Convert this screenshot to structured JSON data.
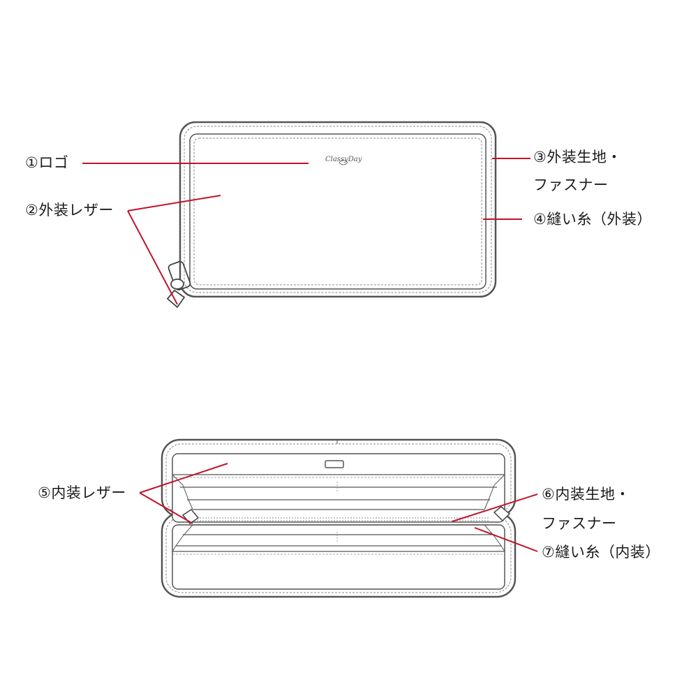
{
  "logo_text": "ClassyDay",
  "colors": {
    "leader": "#c0142a",
    "outline": "#555555",
    "stitch": "#8a8a8a"
  },
  "labels": {
    "logo": "①ロゴ",
    "outer_leather": "②外装レザー",
    "outer_fabric_line1": "③外装生地・",
    "outer_fabric_line2": "ファスナー",
    "outer_thread": "④縫い糸（外装）",
    "inner_leather": "⑤内装レザー",
    "inner_fabric_line1": "⑥内装生地・",
    "inner_fabric_line2": "ファスナー",
    "inner_thread": "⑦縫い糸（内装）"
  }
}
